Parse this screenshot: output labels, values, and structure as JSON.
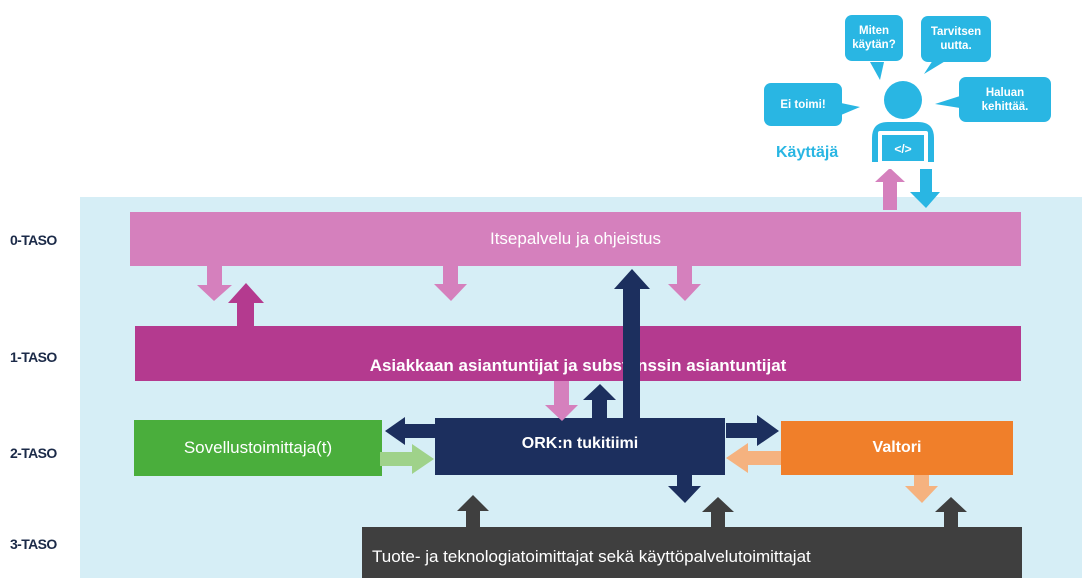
{
  "levels": [
    "0-TASO",
    "1-TASO",
    "2-TASO",
    "3-TASO"
  ],
  "boxes": {
    "self_service": "Itsepalvelu ja ohjeistus",
    "experts": "Asiakkaan asiantuntijat ja substanssin asiantuntijat",
    "app_vendor": "Sovellustoimittaja(t)",
    "support_team": "ORK:n tukitiimi",
    "valtori": "Valtori",
    "tech_vendors": "Tuote- ja teknologiatoimittajat sekä käyttöpalvelutoimittajat"
  },
  "user": {
    "label": "Käyttäjä",
    "laptop_symbol": "</>",
    "bubbles": {
      "how": [
        "Miten",
        "käytän?"
      ],
      "need_new": [
        "Tarvitsen",
        "uutta."
      ],
      "broken": [
        "Ei toimi!"
      ],
      "develop": [
        "Haluan",
        "kehittää."
      ]
    }
  },
  "colors": {
    "panel": "#d6eef6",
    "self_service": "#d580bd",
    "experts": "#b43a8f",
    "app_vendor": "#4aae3c",
    "support_team": "#1c2f5e",
    "valtori": "#f07f2a",
    "tech_vendors": "#3f3f3f",
    "user": "#29b6e3",
    "level_text": "#1b2a48"
  }
}
